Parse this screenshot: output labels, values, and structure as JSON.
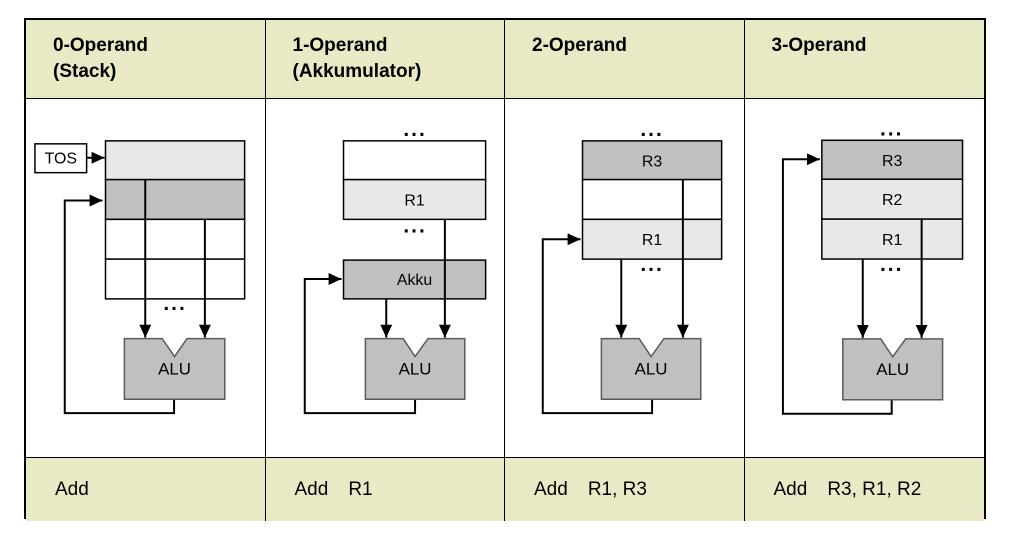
{
  "ellipsis": "...",
  "colors": {
    "header_bg": "#e9e9c6",
    "cell_light_gray": "#e8e8e8",
    "cell_mid_gray": "#c0c0c0",
    "cell_white": "#ffffff",
    "alu_fill": "#c0c0c0",
    "line": "#000000"
  },
  "columns": [
    {
      "header": [
        "0-Operand",
        "(Stack)"
      ],
      "labels": {
        "tos": "TOS",
        "alu": "ALU"
      },
      "instruction": {
        "mnemonic": "Add",
        "operands": ""
      }
    },
    {
      "header": [
        "1-Operand",
        "(Akkumulator)"
      ],
      "labels": {
        "r1": "R1",
        "akku": "Akku",
        "alu": "ALU"
      },
      "instruction": {
        "mnemonic": "Add",
        "operands": "R1"
      }
    },
    {
      "header": [
        "2-Operand",
        ""
      ],
      "labels": {
        "r3": "R3",
        "r1": "R1",
        "alu": "ALU"
      },
      "instruction": {
        "mnemonic": "Add",
        "operands": "R1, R3"
      }
    },
    {
      "header": [
        "3-Operand",
        ""
      ],
      "labels": {
        "r3": "R3",
        "r2": "R2",
        "r1": "R1",
        "alu": "ALU"
      },
      "instruction": {
        "mnemonic": "Add",
        "operands": "R3, R1, R2"
      }
    }
  ]
}
